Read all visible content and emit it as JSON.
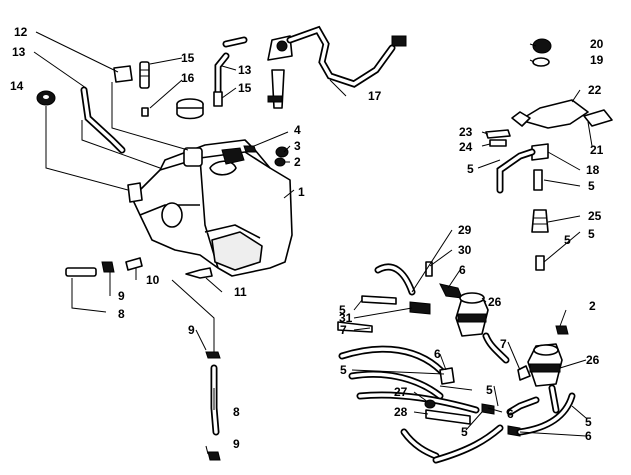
{
  "callouts": [
    {
      "id": "c1",
      "text": "1"
    },
    {
      "id": "c2a",
      "text": "2"
    },
    {
      "id": "c2b",
      "text": "2"
    },
    {
      "id": "c3",
      "text": "3"
    },
    {
      "id": "c4",
      "text": "4"
    },
    {
      "id": "c5a",
      "text": "5"
    },
    {
      "id": "c5b",
      "text": "5"
    },
    {
      "id": "c5c",
      "text": "5"
    },
    {
      "id": "c5d",
      "text": "5"
    },
    {
      "id": "c5e",
      "text": "5"
    },
    {
      "id": "c5f",
      "text": "5"
    },
    {
      "id": "c5g",
      "text": "5"
    },
    {
      "id": "c5h",
      "text": "5"
    },
    {
      "id": "c5i",
      "text": "5"
    },
    {
      "id": "c6a",
      "text": "6"
    },
    {
      "id": "c6b",
      "text": "6"
    },
    {
      "id": "c6c",
      "text": "6"
    },
    {
      "id": "c6d",
      "text": "6"
    },
    {
      "id": "c7a",
      "text": "7"
    },
    {
      "id": "c7b",
      "text": "7"
    },
    {
      "id": "c8a",
      "text": "8"
    },
    {
      "id": "c8b",
      "text": "8"
    },
    {
      "id": "c9a",
      "text": "9"
    },
    {
      "id": "c9b",
      "text": "9"
    },
    {
      "id": "c9c",
      "text": "9"
    },
    {
      "id": "c10",
      "text": "10"
    },
    {
      "id": "c11",
      "text": "11"
    },
    {
      "id": "c12",
      "text": "12"
    },
    {
      "id": "c13a",
      "text": "13"
    },
    {
      "id": "c13b",
      "text": "13"
    },
    {
      "id": "c14",
      "text": "14"
    },
    {
      "id": "c15a",
      "text": "15"
    },
    {
      "id": "c15b",
      "text": "15"
    },
    {
      "id": "c16",
      "text": "16"
    },
    {
      "id": "c17",
      "text": "17"
    },
    {
      "id": "c18",
      "text": "18"
    },
    {
      "id": "c19",
      "text": "19"
    },
    {
      "id": "c20",
      "text": "20"
    },
    {
      "id": "c21",
      "text": "21"
    },
    {
      "id": "c22",
      "text": "22"
    },
    {
      "id": "c23",
      "text": "23"
    },
    {
      "id": "c24",
      "text": "24"
    },
    {
      "id": "c25",
      "text": "25"
    },
    {
      "id": "c26a",
      "text": "26"
    },
    {
      "id": "c26b",
      "text": "26"
    },
    {
      "id": "c27",
      "text": "27"
    },
    {
      "id": "c28",
      "text": "28"
    },
    {
      "id": "c29",
      "text": "29"
    },
    {
      "id": "c30",
      "text": "30"
    },
    {
      "id": "c31",
      "text": "31"
    }
  ]
}
